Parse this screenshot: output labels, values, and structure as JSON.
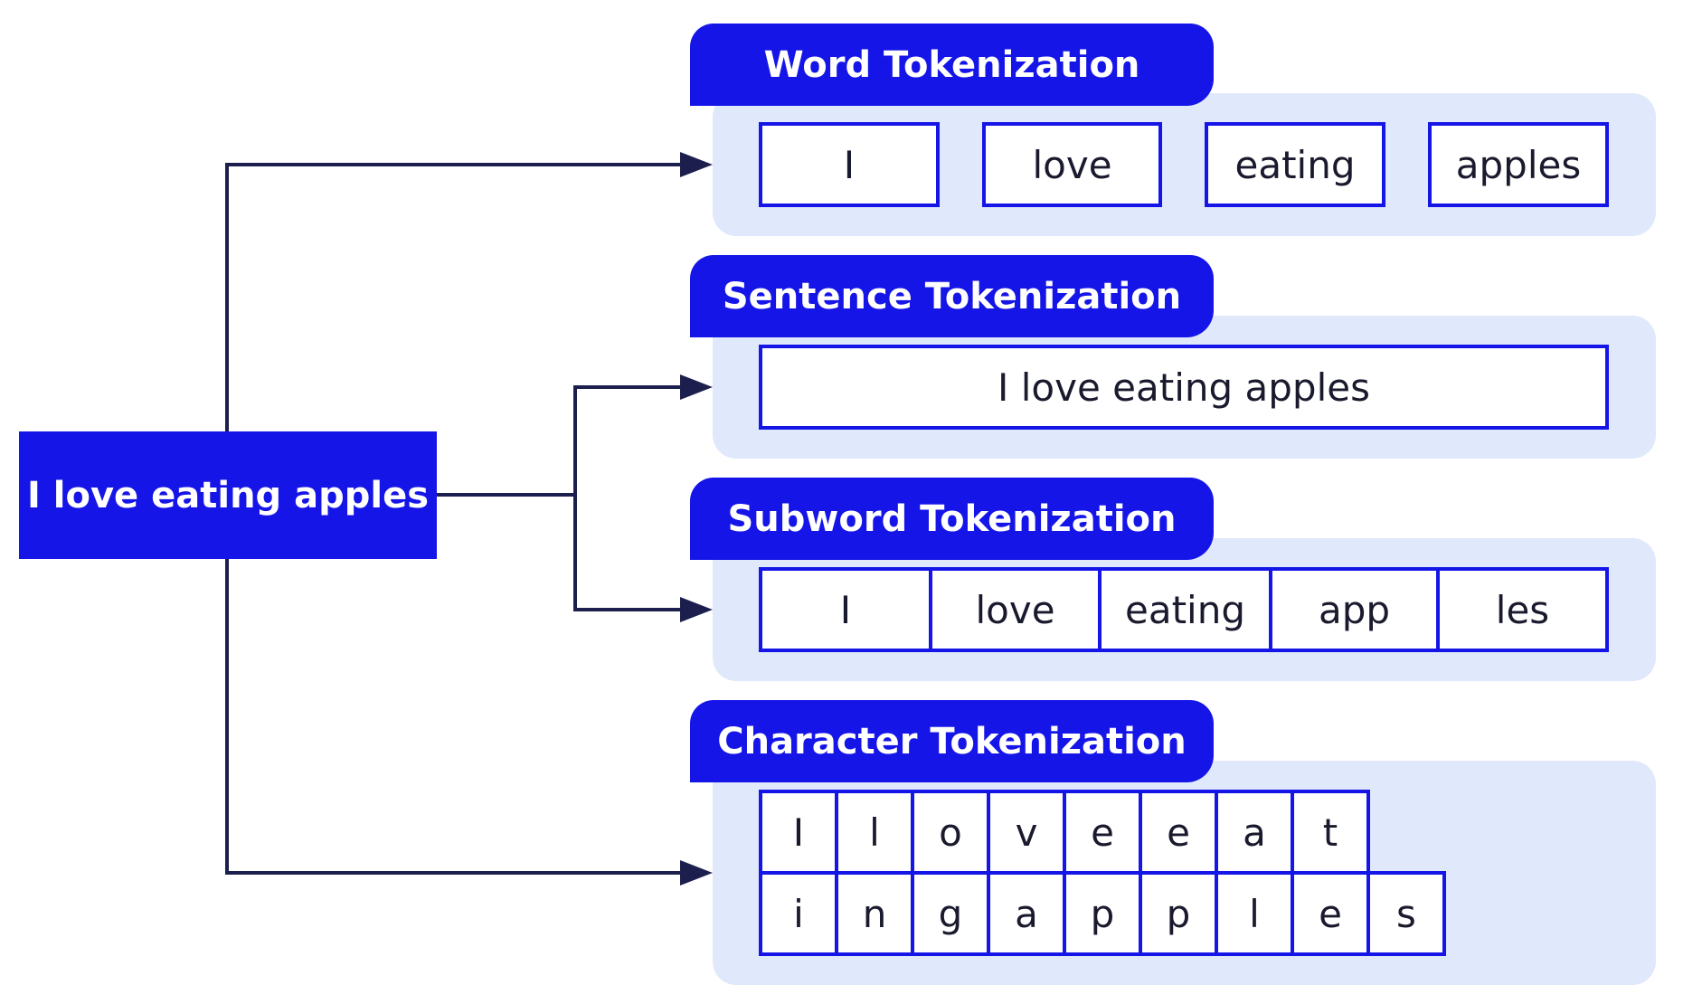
{
  "source": {
    "text": "I love eating apples"
  },
  "sections": {
    "word": {
      "title": "Word Tokenization",
      "tokens": [
        "I",
        "love",
        "eating",
        "apples"
      ]
    },
    "sentence": {
      "title": "Sentence Tokenization",
      "tokens": [
        "I love eating apples"
      ]
    },
    "subword": {
      "title": "Subword Tokenization",
      "tokens": [
        "I",
        "love",
        "eating",
        "app",
        "les"
      ]
    },
    "character": {
      "title": "Character Tokenization",
      "row1": [
        "I",
        "l",
        "o",
        "v",
        "e",
        "e",
        "a",
        "t"
      ],
      "row2": [
        "i",
        "n",
        "g",
        "a",
        "p",
        "p",
        "l",
        "e",
        "s"
      ]
    }
  },
  "colors": {
    "accent": "#1515e8",
    "panel": "#e0e8fb",
    "connector": "#1c1f4d"
  }
}
